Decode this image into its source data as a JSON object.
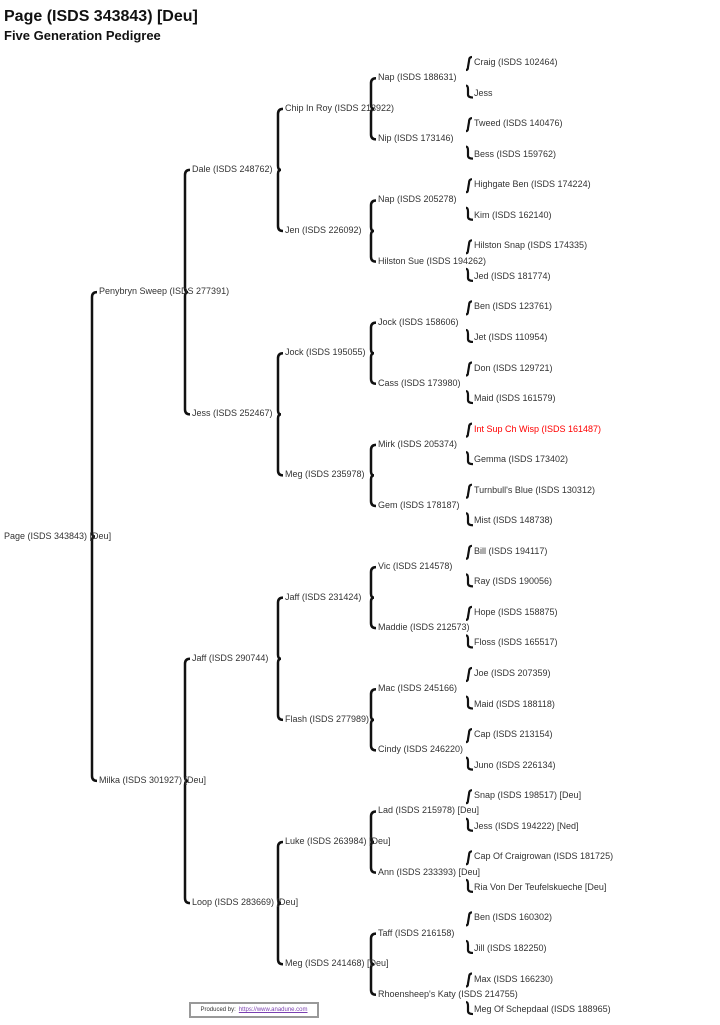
{
  "title": "Page (ISDS 343843) [Deu]",
  "subtitle": "Five Generation Pedigree",
  "footer": {
    "label": "Produced by:",
    "link": "https://www.anadune.com"
  },
  "highlight_color": "#ff0000",
  "pedigree": {
    "name": "Page (ISDS 343843) [Deu]",
    "sire": {
      "name": "Penybryn Sweep (ISDS 277391)",
      "sire": {
        "name": "Dale (ISDS 248762)",
        "sire": {
          "name": "Chip In Roy (ISDS 213922)",
          "sire": {
            "name": "Nap (ISDS 188631)",
            "sire": {
              "name": "Craig (ISDS 102464)"
            },
            "dam": {
              "name": "Jess"
            }
          },
          "dam": {
            "name": "Nip (ISDS 173146)",
            "sire": {
              "name": "Tweed (ISDS 140476)"
            },
            "dam": {
              "name": "Bess (ISDS 159762)"
            }
          }
        },
        "dam": {
          "name": "Jen (ISDS 226092)",
          "sire": {
            "name": "Nap (ISDS 205278)",
            "sire": {
              "name": "Highgate Ben (ISDS 174224)"
            },
            "dam": {
              "name": "Kim (ISDS 162140)"
            }
          },
          "dam": {
            "name": "Hilston Sue (ISDS 194262)",
            "sire": {
              "name": "Hilston Snap (ISDS 174335)"
            },
            "dam": {
              "name": "Jed (ISDS 181774)"
            }
          }
        }
      },
      "dam": {
        "name": "Jess (ISDS 252467)",
        "sire": {
          "name": "Jock (ISDS 195055)",
          "sire": {
            "name": "Jock (ISDS 158606)",
            "sire": {
              "name": "Ben (ISDS 123761)"
            },
            "dam": {
              "name": "Jet (ISDS 110954)"
            }
          },
          "dam": {
            "name": "Cass (ISDS 173980)",
            "sire": {
              "name": "Don (ISDS 129721)"
            },
            "dam": {
              "name": "Maid (ISDS 161579)"
            }
          }
        },
        "dam": {
          "name": "Meg (ISDS 235978)",
          "sire": {
            "name": "Mirk (ISDS 205374)",
            "sire": {
              "name": "Int Sup Ch Wisp (ISDS 161487)",
              "highlight": true
            },
            "dam": {
              "name": "Gemma (ISDS 173402)"
            }
          },
          "dam": {
            "name": "Gem (ISDS 178187)",
            "sire": {
              "name": "Turnbull's Blue (ISDS 130312)"
            },
            "dam": {
              "name": "Mist (ISDS 148738)"
            }
          }
        }
      }
    },
    "dam": {
      "name": "Milka (ISDS 301927) [Deu]",
      "sire": {
        "name": "Jaff (ISDS 290744)",
        "sire": {
          "name": "Jaff (ISDS 231424)",
          "sire": {
            "name": "Vic (ISDS 214578)",
            "sire": {
              "name": "Bill (ISDS 194117)"
            },
            "dam": {
              "name": "Ray (ISDS 190056)"
            }
          },
          "dam": {
            "name": "Maddie (ISDS 212573)",
            "sire": {
              "name": "Hope (ISDS 158875)"
            },
            "dam": {
              "name": "Floss (ISDS 165517)"
            }
          }
        },
        "dam": {
          "name": "Flash (ISDS 277989)",
          "sire": {
            "name": "Mac (ISDS 245166)",
            "sire": {
              "name": "Joe (ISDS 207359)"
            },
            "dam": {
              "name": "Maid (ISDS 188118)"
            }
          },
          "dam": {
            "name": "Cindy (ISDS 246220)",
            "sire": {
              "name": "Cap (ISDS 213154)"
            },
            "dam": {
              "name": "Juno (ISDS 226134)"
            }
          }
        }
      },
      "dam": {
        "name": "Loop (ISDS 283669) [Deu]",
        "sire": {
          "name": "Luke (ISDS 263984) [Deu]",
          "sire": {
            "name": "Lad (ISDS 215978) [Deu]",
            "sire": {
              "name": "Snap (ISDS 198517) [Deu]"
            },
            "dam": {
              "name": "Jess (ISDS 194222) [Ned]"
            }
          },
          "dam": {
            "name": "Ann (ISDS 233393) [Deu]",
            "sire": {
              "name": "Cap Of Craigrowan (ISDS 181725)"
            },
            "dam": {
              "name": "Ria Von Der Teufelskueche [Deu]"
            }
          }
        },
        "dam": {
          "name": "Meg (ISDS 241468) [Deu]",
          "sire": {
            "name": "Taff (ISDS 216158)",
            "sire": {
              "name": "Ben (ISDS 160302)"
            },
            "dam": {
              "name": "Jill (ISDS 182250)"
            }
          },
          "dam": {
            "name": "Rhoensheep's Katy (ISDS 214755)",
            "sire": {
              "name": "Max (ISDS 166230)"
            },
            "dam": {
              "name": "Meg Of Schepdaal (ISDS 188965)"
            }
          }
        }
      }
    }
  }
}
